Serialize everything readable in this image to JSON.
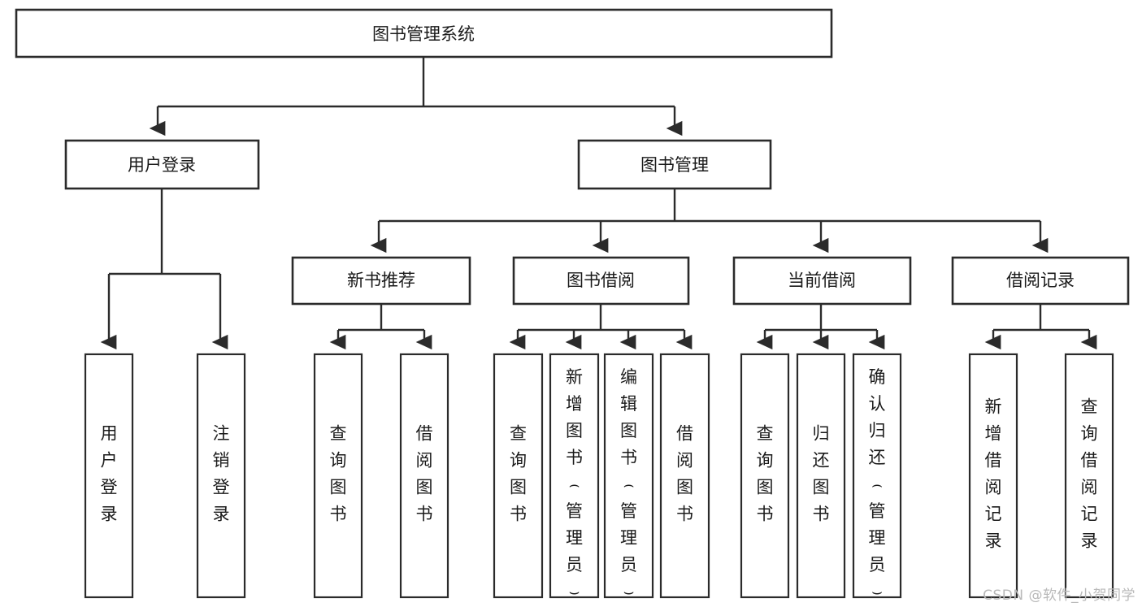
{
  "diagram": {
    "type": "tree-hierarchy-flowchart",
    "title": "图书管理系统",
    "watermark": "CSDN @软件_小贺同学",
    "colors": {
      "stroke": "#2b2b2b",
      "fill": "#ffffff",
      "text": "#1a1a1a",
      "watermark": "#b9b9b9",
      "background": "#ffffff"
    },
    "levels": {
      "root": {
        "label": "图书管理系统"
      },
      "level2": [
        {
          "id": "user-login",
          "label": "用户登录"
        },
        {
          "id": "book-management",
          "label": "图书管理"
        }
      ],
      "level3": [
        {
          "id": "new-book-recommend",
          "label": "新书推荐",
          "parent": "book-management"
        },
        {
          "id": "book-borrow",
          "label": "图书借阅",
          "parent": "book-management"
        },
        {
          "id": "current-borrow",
          "label": "当前借阅",
          "parent": "book-management"
        },
        {
          "id": "borrow-record",
          "label": "借阅记录",
          "parent": "book-management"
        }
      ],
      "leaves": [
        {
          "id": "leaf-user-login",
          "label": "用户登录",
          "parent": "user-login"
        },
        {
          "id": "leaf-logout",
          "label": "注销登录",
          "parent": "user-login"
        },
        {
          "id": "leaf-query-book-1",
          "label": "查询图书",
          "parent": "new-book-recommend"
        },
        {
          "id": "leaf-borrow-book-1",
          "label": "借阅图书",
          "parent": "new-book-recommend"
        },
        {
          "id": "leaf-query-book-2",
          "label": "查询图书",
          "parent": "book-borrow"
        },
        {
          "id": "leaf-add-book",
          "label": "新增图书（管理员）",
          "parent": "book-borrow"
        },
        {
          "id": "leaf-edit-book",
          "label": "编辑图书（管理员）",
          "parent": "book-borrow"
        },
        {
          "id": "leaf-borrow-book-2",
          "label": "借阅图书",
          "parent": "book-borrow"
        },
        {
          "id": "leaf-query-book-3",
          "label": "查询图书",
          "parent": "current-borrow"
        },
        {
          "id": "leaf-return-book",
          "label": "归还图书",
          "parent": "current-borrow"
        },
        {
          "id": "leaf-confirm-return",
          "label": "确认归还（管理员）",
          "parent": "current-borrow"
        },
        {
          "id": "leaf-add-record",
          "label": "新增借阅记录",
          "parent": "borrow-record"
        },
        {
          "id": "leaf-query-record",
          "label": "查询借阅记录",
          "parent": "borrow-record"
        }
      ]
    }
  }
}
